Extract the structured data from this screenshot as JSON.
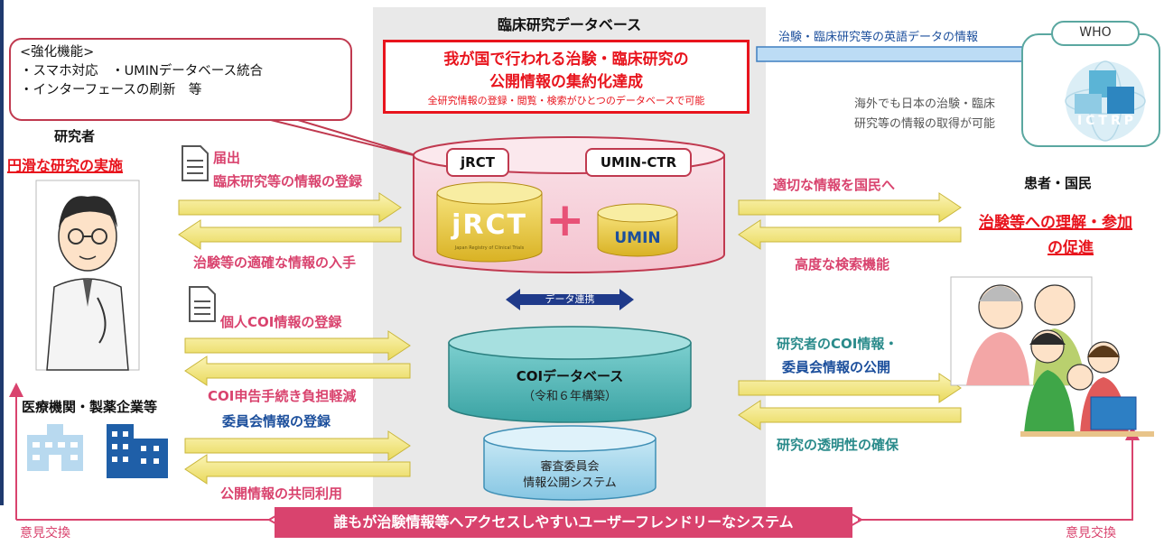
{
  "center": {
    "title": "臨床研究データベース",
    "goal_line1": "我が国で行われる治験・臨床研究の",
    "goal_line2": "公開情報の集約化達成",
    "goal_sub": "全研究情報の登録・閲覧・検索がひとつのデータベースで可能",
    "db_left_label": "jRCT",
    "db_right_label": "UMIN-CTR",
    "jrct_logo": "jRCT",
    "jrct_logo_sub": "Japan Registry of Clinical Trials",
    "plus": "+",
    "umin_logo": "UMIN",
    "link_label": "データ連携",
    "coi_db_title": "COIデータベース",
    "coi_db_sub": "（令和６年構築）",
    "review_line1": "審査委員会",
    "review_line2": "情報公開システム"
  },
  "enhancement": {
    "title": "<強化機能>",
    "line1": "・スマホ対応　・UMINデータベース統合",
    "line2": "・インターフェースの刷新　等"
  },
  "researcher": {
    "title": "研究者",
    "goal": "円滑な研究の実施",
    "notify_label1": "届出",
    "notify_label2": "臨床研究等の情報の登録",
    "obtain_label": "治験等の適確な情報の入手",
    "coi_register": "個人COI情報の登録"
  },
  "institution": {
    "title": "医療機関・製薬企業等",
    "burden": "COI申告手続き負担軽減",
    "committee_register": "委員会情報の登録",
    "shared_use": "公開情報の共同利用"
  },
  "public": {
    "title": "患者・国民",
    "goal_line1": "治験等への理解・参加",
    "goal_line2": "の促進",
    "appropriate_info": "適切な情報を国民へ",
    "search": "高度な検索機能",
    "coi_publish_line1": "研究者のCOI情報・",
    "coi_publish_line2": "委員会情報の公開",
    "transparency": "研究の透明性の確保"
  },
  "who": {
    "english_data": "治験・臨床研究等の英語データの情報",
    "badge": "WHO",
    "logo_text": "ICTRP",
    "overseas_line1": "海外でも日本の治験・臨床",
    "overseas_line2": "研究等の情報の取得が可能"
  },
  "bottom": {
    "exchange_left": "意見交換",
    "exchange_right": "意見交換",
    "system": "誰もが治験情報等へアクセスしやすいユーザーフレンドリーなシステム"
  },
  "colors": {
    "accent_pink": "#d9436e",
    "accent_red": "#e8141d",
    "arrow_yellow": "#f3ea8c",
    "db_teal": "#4db5b5",
    "db_blue": "#9fd3ea"
  }
}
